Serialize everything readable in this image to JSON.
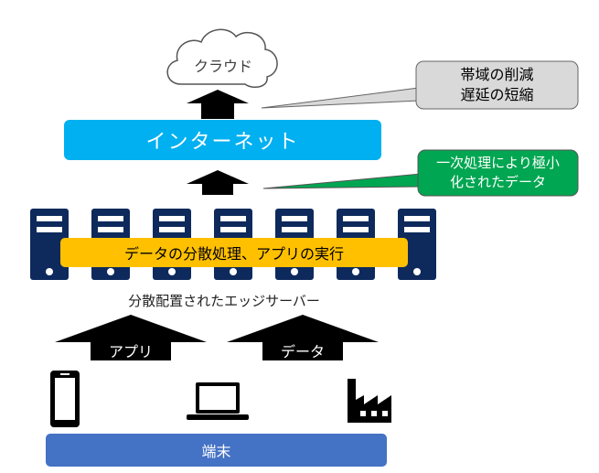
{
  "cloud": {
    "label": "クラウド"
  },
  "internet": {
    "label": "インターネット"
  },
  "callout_bandwidth": {
    "text": "帯域の削減\n遅延の短縮"
  },
  "callout_primary": {
    "text": "一次処理により極小\n化されたデータ"
  },
  "processing_bar": {
    "label": "データの分散処理、アプリの実行"
  },
  "servers": {
    "caption": "分散配置されたエッジサーバー",
    "count": 7
  },
  "arrows": {
    "app_label": "アプリ",
    "data_label": "データ"
  },
  "devices": {
    "icons": [
      "smartphone-icon",
      "laptop-icon",
      "factory-icon"
    ]
  },
  "terminal": {
    "label": "端末"
  },
  "colors": {
    "internet": "#00b0f0",
    "server_body": "#0e2a5c",
    "processing": "#ffc000",
    "terminal": "#4472c4",
    "callout_gray": "#d9d9d9",
    "callout_green": "#00a651"
  }
}
